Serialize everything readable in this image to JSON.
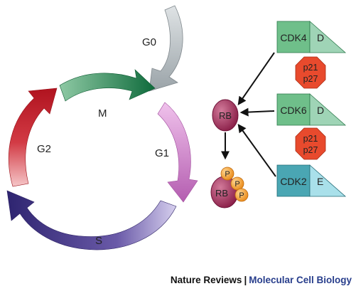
{
  "cycle": {
    "phases": {
      "g0": "G0",
      "m": "M",
      "g1": "G1",
      "s": "S",
      "g2": "G2"
    },
    "colors": {
      "m": "#1d7a4a",
      "g1": "#c56fc1",
      "s": "#3c2d7d",
      "g2": "#c21f2b",
      "g0": "#a9b1b6"
    }
  },
  "rb": {
    "label": "RB",
    "phospho_label": "RB",
    "phosphate": "P",
    "color": "#9a2b55",
    "phosphate_color": "#f2a43a"
  },
  "complexes": [
    {
      "kinase": "CDK4",
      "cyclin": "D",
      "inhibitor": [
        "p21",
        "p27"
      ]
    },
    {
      "kinase": "CDK6",
      "cyclin": "D",
      "inhibitor": [
        "p21",
        "p27"
      ]
    },
    {
      "kinase": "CDK2",
      "cyclin": "E",
      "inhibitor": null
    }
  ],
  "complex_colors": {
    "cdk_green": "#6fbf8a",
    "cdk_teal": "#4aa6b3",
    "cyclin": "#9fd4b6",
    "cyclin_e": "#a9e0ea",
    "inhibitor": "#e84a2d"
  },
  "footer": {
    "brand": "Nature Reviews",
    "separator": "|",
    "journal": "Molecular Cell Biology"
  }
}
